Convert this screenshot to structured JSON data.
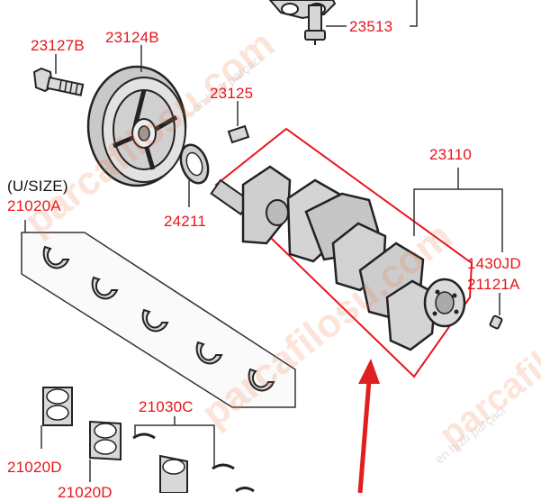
{
  "labels": {
    "p23513": "23513",
    "p23127b": "23127B",
    "p23124b": "23124B",
    "p23125": "23125",
    "p23110": "23110",
    "usize": "(U/SIZE)",
    "p21020a": "21020A",
    "p24211": "24211",
    "p1430jd": "1430JD",
    "p21121a": "21121A",
    "p21030c": "21030C",
    "p21020d": "21020D",
    "p21020d_partial": "21020D"
  },
  "watermark": {
    "brand": "parcafilosu.com",
    "tagline": "en hızlı parçacı"
  },
  "colors": {
    "callout": "#e8151b",
    "line": "#333333",
    "part_fill": "#d7d7d7",
    "part_stroke": "#222222",
    "arrow": "#e02020"
  }
}
